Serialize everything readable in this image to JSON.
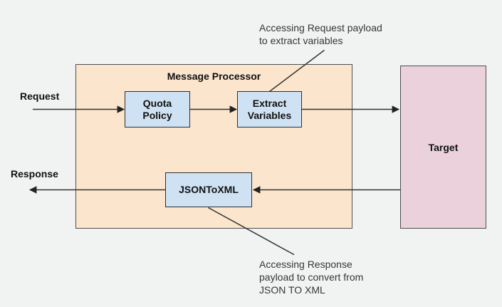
{
  "diagram": {
    "processor": {
      "title": "Message Processor"
    },
    "target": {
      "label": "Target"
    },
    "nodes": {
      "quota_policy": "Quota\nPolicy",
      "extract_variables": "Extract\nVariables",
      "json_to_xml": "JSONToXML"
    },
    "flow_labels": {
      "request": "Request",
      "response": "Response"
    },
    "annotations": {
      "request_payload": "Accessing Request payload\nto extract variables",
      "response_payload": "Accessing Response\npayload to convert from\nJSON TO XML"
    },
    "colors": {
      "background": "#f1f2f2",
      "processor_fill": "#fce5cd",
      "target_fill": "#ead1dc",
      "node_fill": "#cfe2f3",
      "shape_outline": "#4f4f4f",
      "node_outline": "#2e2e2e",
      "connector": "#333333",
      "text": "#111111",
      "annotation_text": "#363636"
    }
  }
}
